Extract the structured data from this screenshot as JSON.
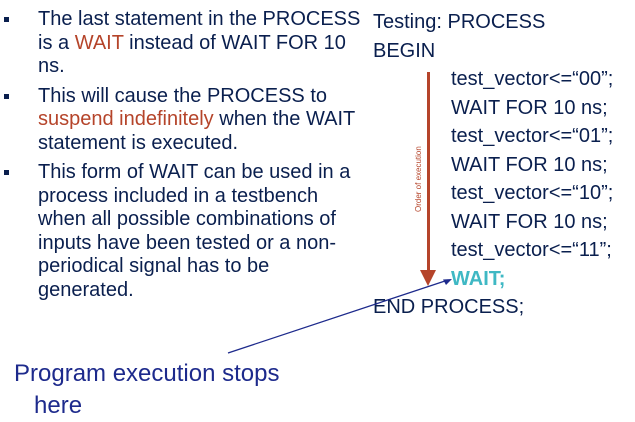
{
  "bullets": [
    {
      "parts": [
        "The last statement in the PROCESS is a ",
        "WAIT",
        " instead of WAIT FOR 10 ns."
      ]
    },
    {
      "parts": [
        "This will cause the PROCESS to ",
        "suspend indefinitely",
        " when the WAIT statement is executed."
      ]
    },
    {
      "parts": [
        "This form of WAIT can be used in a process included in a testbench when all possible combinations of inputs have been tested or a non-periodical signal has to be generated."
      ]
    }
  ],
  "code": {
    "header": "Testing: PROCESS",
    "begin": "BEGIN",
    "body": [
      "test_vector<=“00”;",
      "WAIT FOR 10 ns;",
      "test_vector<=“01”;",
      "WAIT FOR 10 ns;",
      "test_vector<=“10”;",
      "WAIT FOR 10 ns;",
      "test_vector<=“11”;"
    ],
    "final_wait": "WAIT;",
    "end": "END PROCESS;"
  },
  "arrow_label": "Order of execution",
  "callout": {
    "line1": "Program execution stops",
    "line2": "here"
  },
  "colors": {
    "text": "#0a1f4e",
    "highlight": "#b5442a",
    "wait_keyword": "#3fb8c4",
    "callout": "#1d2a8c"
  }
}
